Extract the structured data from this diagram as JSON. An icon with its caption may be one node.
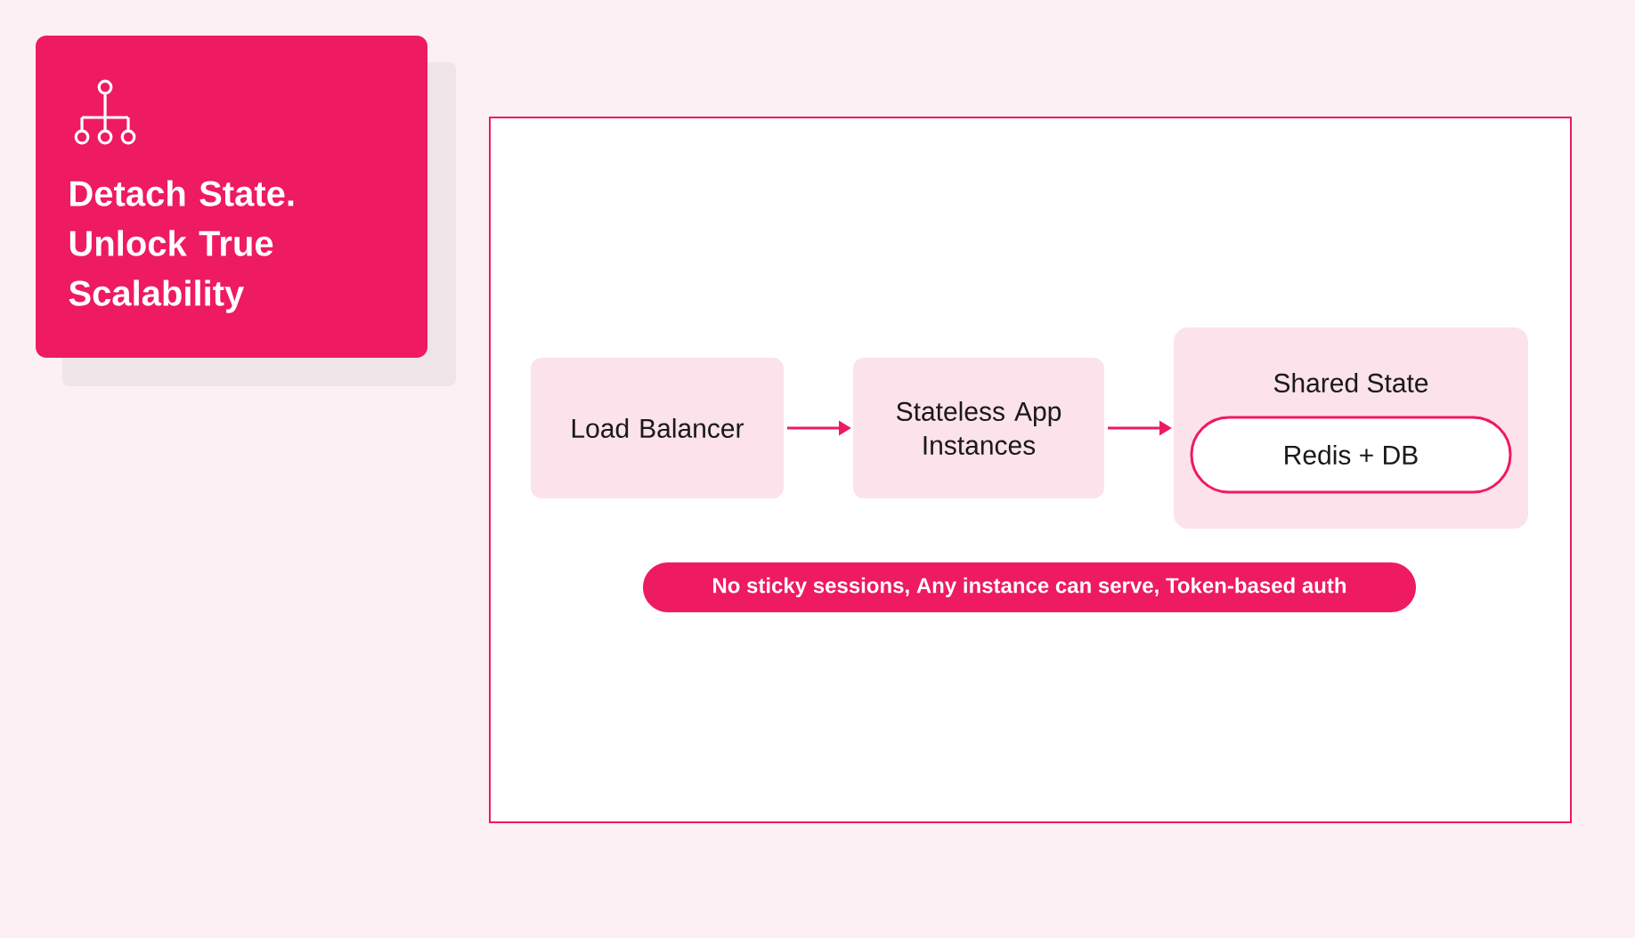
{
  "diagram": {
    "title": "Detach State. Unlock True Scalability",
    "nodes": [
      {
        "text": [
          "Load Balancer"
        ]
      },
      {
        "text": [
          "Stateless App Instances"
        ]
      },
      {
        "text": [
          "Shared State"
        ]
      },
      {
        "text": [
          "Redis + DB"
        ],
        "in": 2
      },
      {
        "text": [
          "No sticky sessions, Any instance can serve, Token-based auth"
        ]
      }
    ],
    "edges": [
      {
        "from": 0,
        "to": 1,
        "arrow": "to"
      },
      {
        "from": 1,
        "to": 2,
        "arrow": "to"
      }
    ]
  }
}
